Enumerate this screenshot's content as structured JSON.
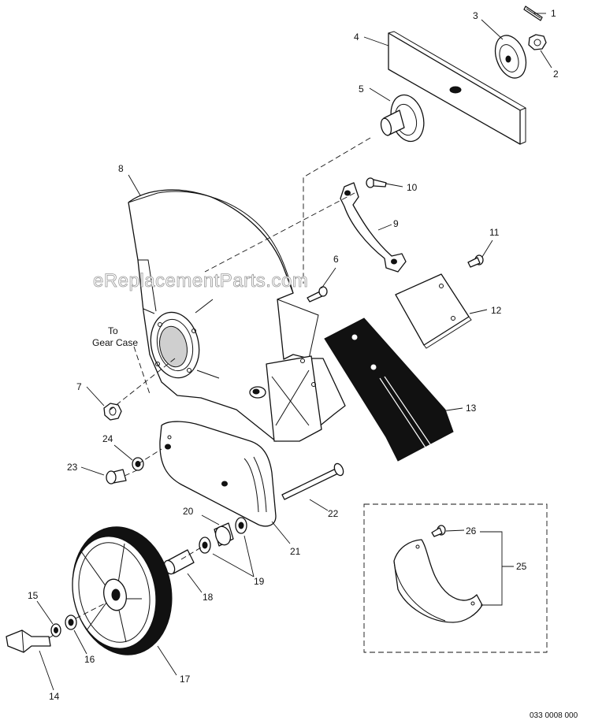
{
  "diagram": {
    "callouts": [
      {
        "id": "1",
        "label": "1"
      },
      {
        "id": "2",
        "label": "2"
      },
      {
        "id": "3",
        "label": "3"
      },
      {
        "id": "4",
        "label": "4"
      },
      {
        "id": "5",
        "label": "5"
      },
      {
        "id": "6",
        "label": "6"
      },
      {
        "id": "7",
        "label": "7"
      },
      {
        "id": "8",
        "label": "8"
      },
      {
        "id": "9",
        "label": "9"
      },
      {
        "id": "10",
        "label": "10"
      },
      {
        "id": "11",
        "label": "11"
      },
      {
        "id": "12",
        "label": "12"
      },
      {
        "id": "13",
        "label": "13"
      },
      {
        "id": "14",
        "label": "14"
      },
      {
        "id": "15",
        "label": "15"
      },
      {
        "id": "16",
        "label": "16"
      },
      {
        "id": "17",
        "label": "17"
      },
      {
        "id": "18",
        "label": "18"
      },
      {
        "id": "19",
        "label": "19"
      },
      {
        "id": "20",
        "label": "20"
      },
      {
        "id": "21",
        "label": "21"
      },
      {
        "id": "22",
        "label": "22"
      },
      {
        "id": "23",
        "label": "23"
      },
      {
        "id": "24",
        "label": "24"
      },
      {
        "id": "25",
        "label": "25"
      },
      {
        "id": "26",
        "label": "26"
      }
    ],
    "note_line1": "To",
    "note_line2": "Gear Case",
    "watermark": "eReplacementParts.com",
    "drawing_code": "033 0008 000"
  }
}
